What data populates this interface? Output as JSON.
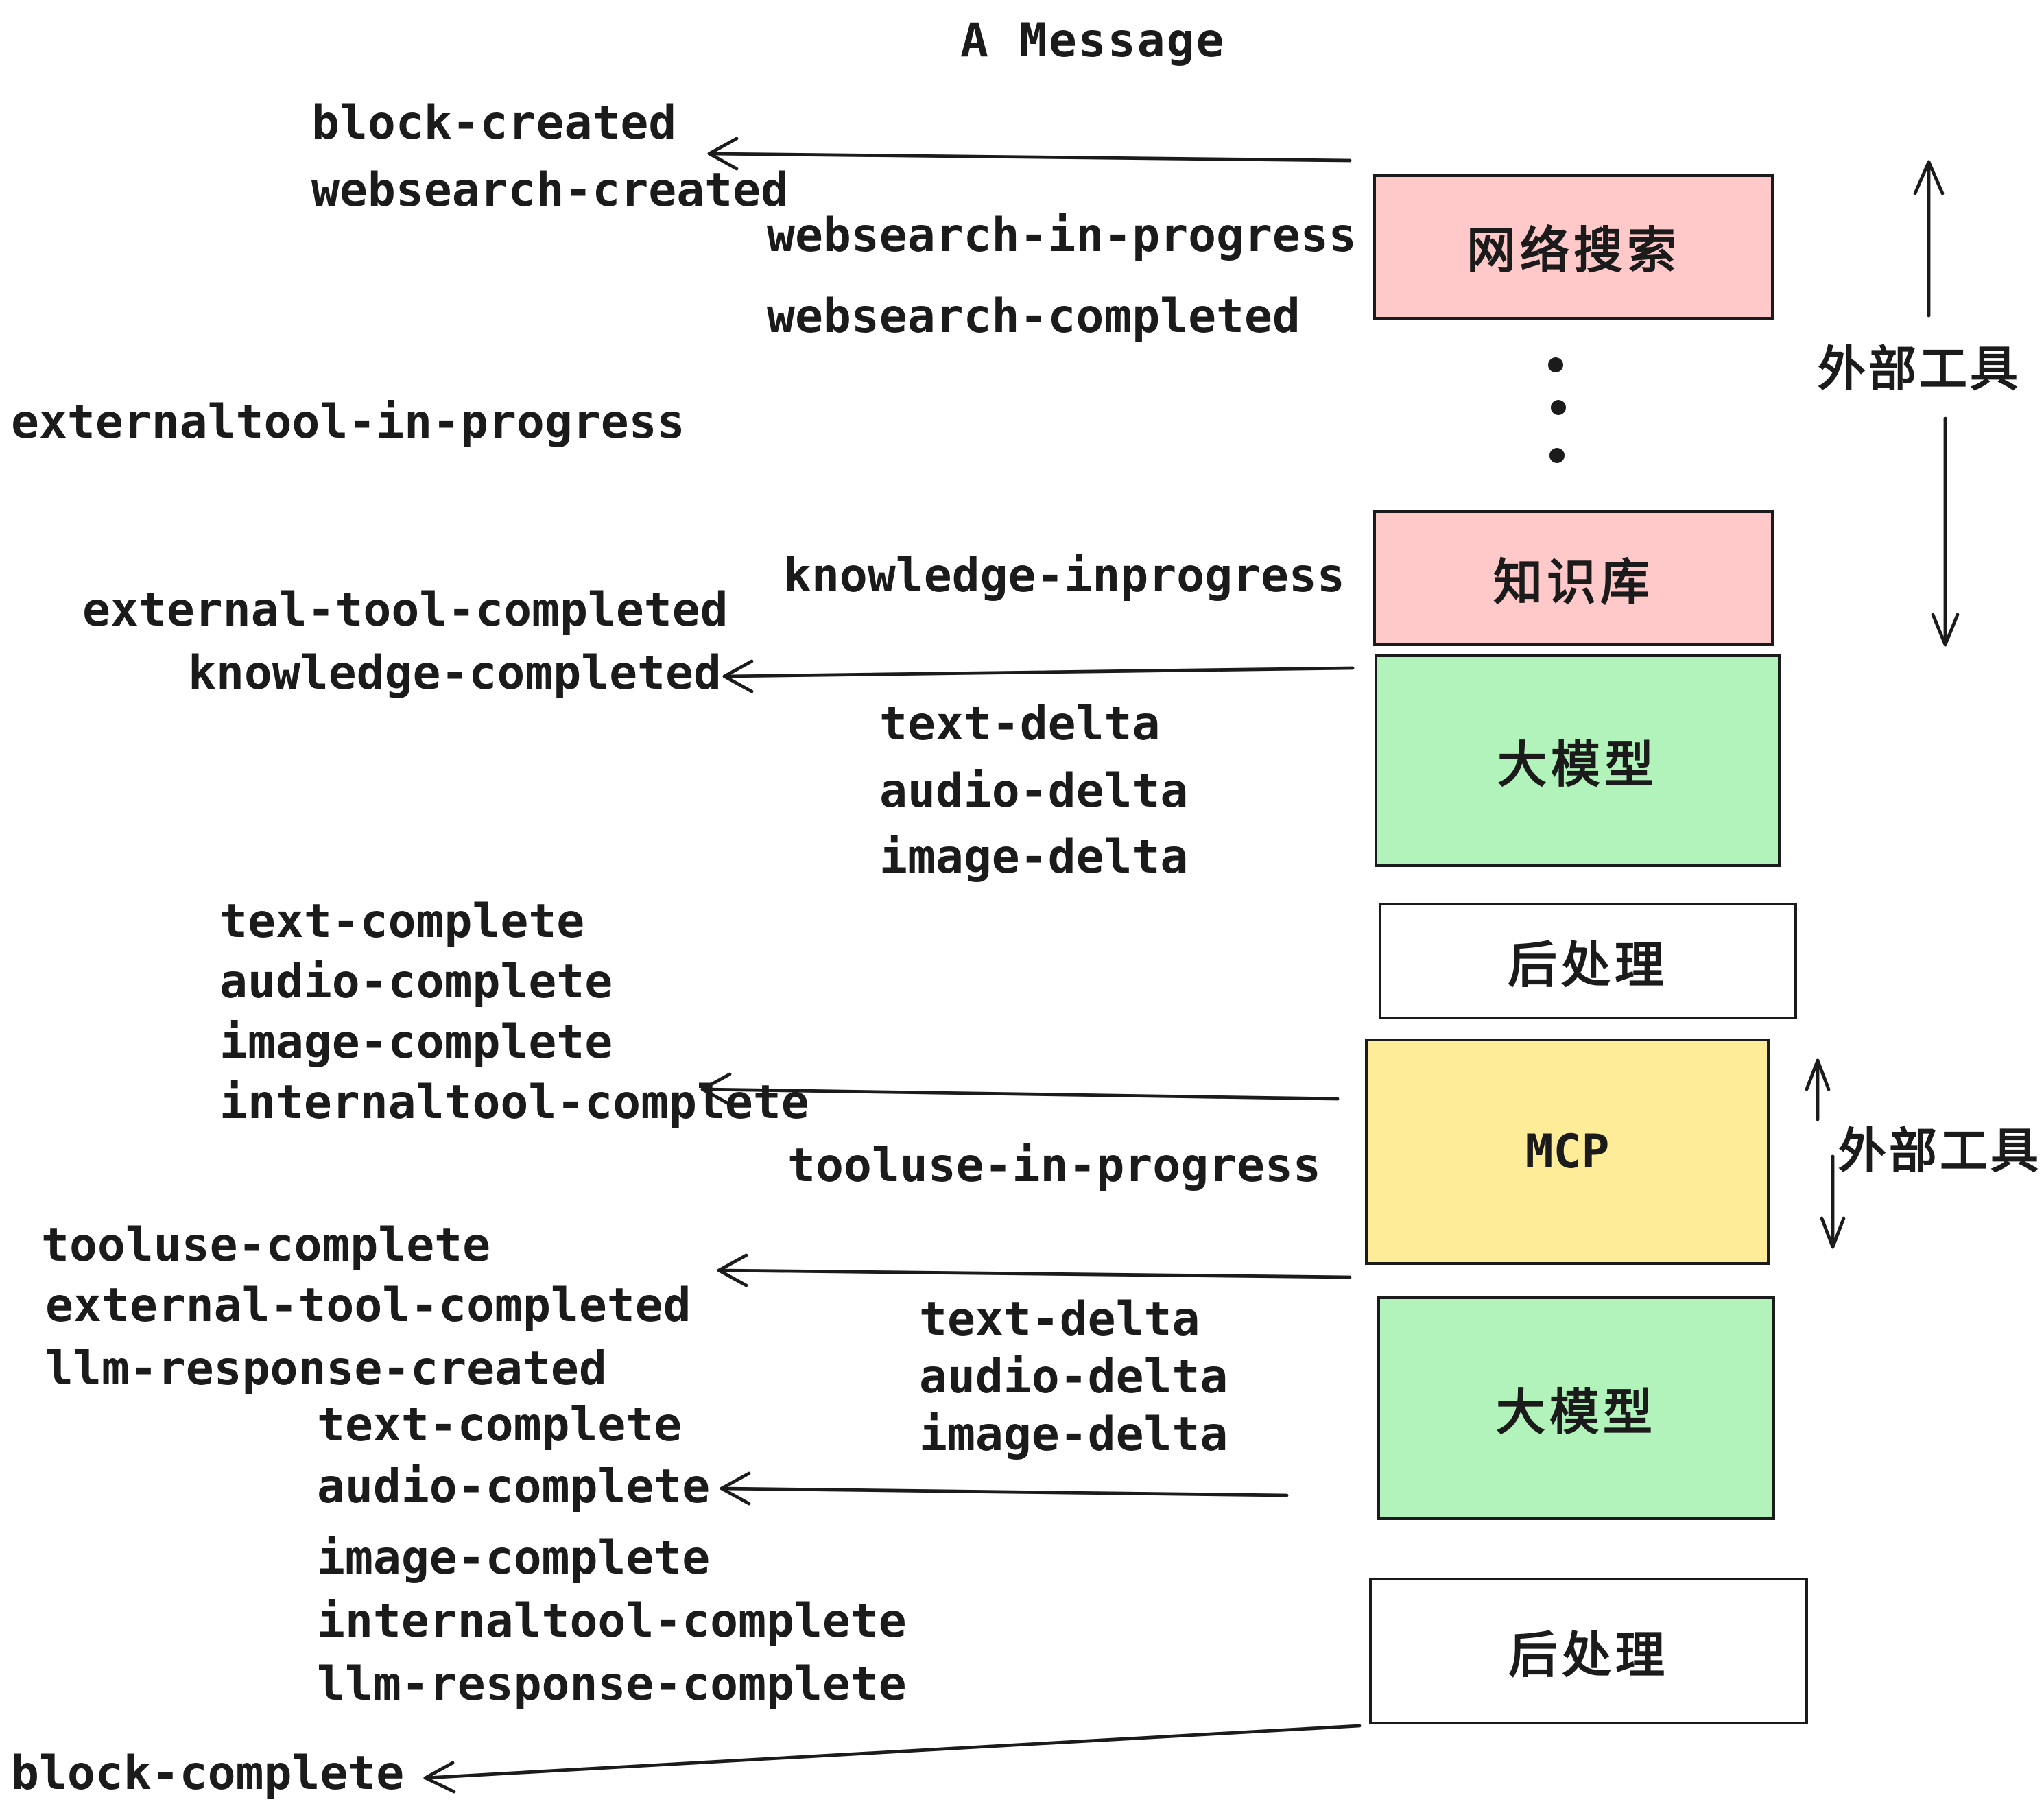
{
  "title": "A Message",
  "colors": {
    "pink": "#ffc9c9",
    "green": "#b2f2bb",
    "yellow": "#ffec99",
    "white": "#ffffff",
    "ink": "#1b1b1b"
  },
  "boxes": [
    {
      "id": "websearch",
      "label": "网络搜索"
    },
    {
      "id": "knowledge",
      "label": "知识库"
    },
    {
      "id": "llm-1",
      "label": "大模型"
    },
    {
      "id": "post-1",
      "label": "后处理"
    },
    {
      "id": "mcp",
      "label": "MCP"
    },
    {
      "id": "llm-2",
      "label": "大模型"
    },
    {
      "id": "post-2",
      "label": "后处理"
    }
  ],
  "side_annotations": [
    {
      "label": "外部工具"
    },
    {
      "label": "外部工具"
    }
  ],
  "events": [
    {
      "text": "block-created"
    },
    {
      "text": "websearch-created"
    },
    {
      "text": "websearch-in-progress"
    },
    {
      "text": "websearch-completed"
    },
    {
      "text": "externaltool-in-progress"
    },
    {
      "text": "knowledge-inprogress"
    },
    {
      "text": "external-tool-completed"
    },
    {
      "text": "knowledge-completed"
    },
    {
      "text": "text-delta"
    },
    {
      "text": "audio-delta"
    },
    {
      "text": "image-delta"
    },
    {
      "text": "text-complete"
    },
    {
      "text": "audio-complete"
    },
    {
      "text": "image-complete"
    },
    {
      "text": "internaltool-complete"
    },
    {
      "text": "tooluse-in-progress"
    },
    {
      "text": "tooluse-complete"
    },
    {
      "text": "external-tool-completed"
    },
    {
      "text": "llm-response-created"
    },
    {
      "text": "text-delta"
    },
    {
      "text": "audio-delta"
    },
    {
      "text": "image-delta"
    },
    {
      "text": "text-complete"
    },
    {
      "text": "audio-complete"
    },
    {
      "text": "image-complete"
    },
    {
      "text": "internaltool-complete"
    },
    {
      "text": "llm-response-complete"
    },
    {
      "text": "block-complete"
    }
  ]
}
